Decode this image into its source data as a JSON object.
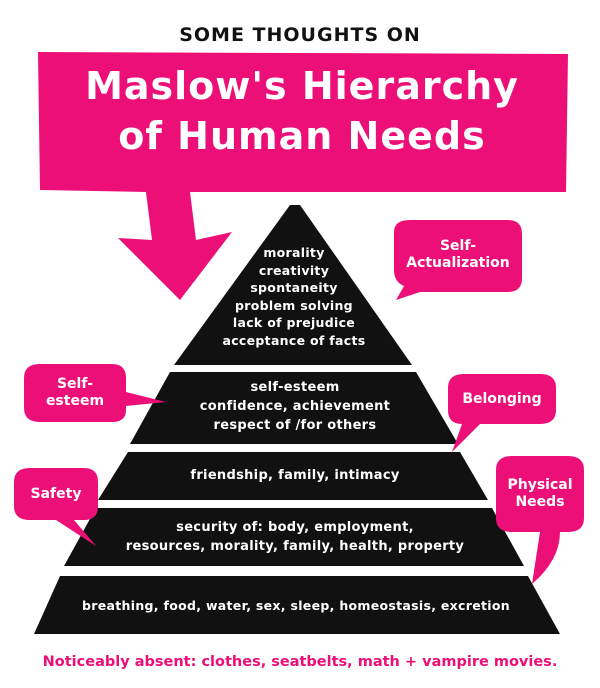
{
  "colors": {
    "magenta": "#ec0f78",
    "black": "#111111",
    "white": "#ffffff"
  },
  "header": {
    "intro": "Some thoughts on",
    "title_line1": "Maslow's Hierarchy",
    "title_line2": "of Human Needs"
  },
  "pyramid": {
    "self_actualization": [
      "morality",
      "creativity",
      "spontaneity",
      "problem solving",
      "lack of prejudice",
      "acceptance of facts"
    ],
    "esteem": [
      "self-esteem",
      "confidence, achievement",
      "respect of /for others"
    ],
    "belonging": [
      "friendship, family, intimacy"
    ],
    "safety": [
      "security of: body, employment,",
      "resources, morality, family, health, property"
    ],
    "physical": [
      "breathing, food, water, sex, sleep, homeostasis, excretion"
    ]
  },
  "labels": {
    "self_actualization": [
      "Self-",
      "Actualization"
    ],
    "self_esteem": [
      "Self-",
      "esteem"
    ],
    "belonging": [
      "Belonging"
    ],
    "safety": [
      "Safety"
    ],
    "physical": [
      "Physical",
      "Needs"
    ]
  },
  "footer": "Noticeably absent: clothes, seatbelts, math + vampire movies."
}
